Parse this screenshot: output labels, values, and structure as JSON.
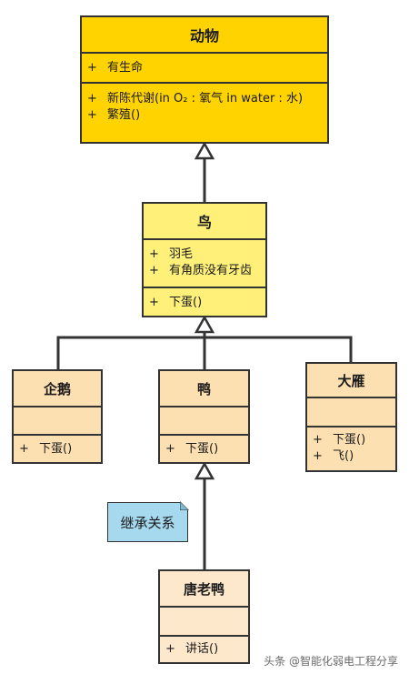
{
  "classes": {
    "animal": {
      "name": "动物",
      "attributes": [
        {
          "vis": "+",
          "text": "有生命"
        }
      ],
      "methods": [
        {
          "vis": "+",
          "text": "新陈代谢(in O₂ : 氧气  in water : 水)"
        },
        {
          "vis": "+",
          "text": "繁殖()"
        }
      ]
    },
    "bird": {
      "name": "鸟",
      "attributes": [
        {
          "vis": "+",
          "text": "羽毛"
        },
        {
          "vis": "+",
          "text": "有角质没有牙齿"
        }
      ],
      "methods": [
        {
          "vis": "+",
          "text": "下蛋()"
        }
      ]
    },
    "penguin": {
      "name": "企鹅",
      "methods": [
        {
          "vis": "+",
          "text": "下蛋()"
        }
      ]
    },
    "duck": {
      "name": "鸭",
      "methods": [
        {
          "vis": "+",
          "text": "下蛋()"
        }
      ]
    },
    "goose": {
      "name": "大雁",
      "methods": [
        {
          "vis": "+",
          "text": "下蛋()"
        },
        {
          "vis": "+",
          "text": "飞()"
        }
      ]
    },
    "tang_duck": {
      "name": "唐老鸭",
      "methods": [
        {
          "vis": "+",
          "text": "讲话()"
        }
      ]
    }
  },
  "note": {
    "text": "继承关系"
  },
  "watermark": "头条 @智能化弱电工程分享",
  "colors": {
    "animal_fill": "#ffd300",
    "bird_fill": "#fff07a",
    "subclass_fill": "#fde0b2",
    "tang_fill": "#fde8cc",
    "note_fill": "#a6d8ee",
    "line": "#333333"
  }
}
